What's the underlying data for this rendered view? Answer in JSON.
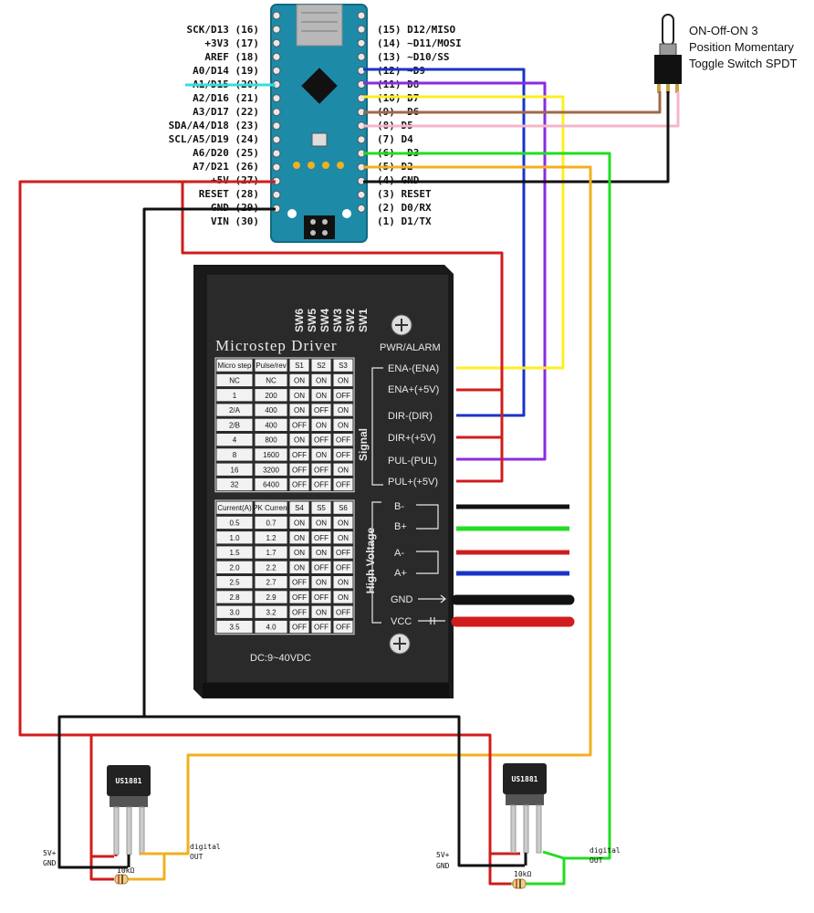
{
  "left_pins": [
    "SCK/D13 (16)",
    "+3V3 (17)",
    "AREF (18)",
    "A0/D14 (19)",
    "A1/D15 (20)",
    "A2/D16 (21)",
    "A3/D17 (22)",
    "SDA/A4/D18 (23)",
    "SCL/A5/D19 (24)",
    "A6/D20 (25)",
    "A7/D21 (26)",
    "+5V (27)",
    "RESET (28)",
    "GND (29)",
    "VIN (30)"
  ],
  "right_pins": [
    "(15) D12/MISO",
    "(14) ~D11/MOSI",
    "(13) ~D10/SS",
    "(12) ~D9",
    "(11) D8",
    "(10) D7",
    "(9) ~D6",
    "(8) D5",
    "(7) D4",
    "(6) ~D3",
    "(5) D2",
    "(4) GND",
    "(3) RESET",
    "(2) D0/RX",
    "(1) D1/TX"
  ],
  "switch_label": [
    "ON-Off-ON 3",
    "Position Momentary",
    "Toggle Switch SPDT"
  ],
  "driver": {
    "title": "Microstep Driver",
    "switches": [
      "SW6",
      "SW5",
      "SW4",
      "SW3",
      "SW2",
      "SW1"
    ],
    "pwr": "PWR/ALARM",
    "signal": "Signal",
    "high_voltage": "High Voltage",
    "dc": "DC:9~40VDC",
    "signal_terms": [
      "ENA-(ENA)",
      "ENA+(+5V)",
      "DIR-(DIR)",
      "DIR+(+5V)",
      "PUL-(PUL)",
      "PUL+(+5V)"
    ],
    "power_terms": [
      "B-",
      "B+",
      "A-",
      "A+",
      "GND",
      "VCC"
    ],
    "table1_head": [
      "Micro step",
      "Pulse/rev",
      "S1",
      "S2",
      "S3"
    ],
    "table1_rows": [
      [
        "NC",
        "NC",
        "ON",
        "ON",
        "ON"
      ],
      [
        "1",
        "200",
        "ON",
        "ON",
        "OFF"
      ],
      [
        "2/A",
        "400",
        "ON",
        "OFF",
        "ON"
      ],
      [
        "2/B",
        "400",
        "OFF",
        "ON",
        "ON"
      ],
      [
        "4",
        "800",
        "ON",
        "OFF",
        "OFF"
      ],
      [
        "8",
        "1600",
        "OFF",
        "ON",
        "OFF"
      ],
      [
        "16",
        "3200",
        "OFF",
        "OFF",
        "ON"
      ],
      [
        "32",
        "6400",
        "OFF",
        "OFF",
        "OFF"
      ]
    ],
    "table2_head": [
      "Current(A)",
      "PK Current",
      "S4",
      "S5",
      "S6"
    ],
    "table2_rows": [
      [
        "0.5",
        "0.7",
        "ON",
        "ON",
        "ON"
      ],
      [
        "1.0",
        "1.2",
        "ON",
        "OFF",
        "ON"
      ],
      [
        "1.5",
        "1.7",
        "ON",
        "ON",
        "OFF"
      ],
      [
        "2.0",
        "2.2",
        "ON",
        "OFF",
        "OFF"
      ],
      [
        "2.5",
        "2.7",
        "OFF",
        "ON",
        "ON"
      ],
      [
        "2.8",
        "2.9",
        "OFF",
        "OFF",
        "ON"
      ],
      [
        "3.0",
        "3.2",
        "OFF",
        "ON",
        "OFF"
      ],
      [
        "3.5",
        "4.0",
        "OFF",
        "OFF",
        "OFF"
      ]
    ]
  },
  "sensor_left": {
    "chip": "US1881",
    "vcc": "5V+",
    "gnd": "GND",
    "out1": "digital",
    "out2": "OUT",
    "res": "10kΩ"
  },
  "sensor_right": {
    "chip": "US1881",
    "vcc": "5V+",
    "gnd": "GND",
    "out1": "digital",
    "out2": "OUT",
    "res": "10kΩ"
  },
  "colors": {
    "red": "#d01c1c",
    "black": "#111111",
    "blue": "#1a34c8",
    "purple": "#8a2be2",
    "yellow": "#ffee22",
    "brown": "#a0694a",
    "pink": "#f4b6c8",
    "green": "#22dd22",
    "orange": "#f0b020",
    "cyan": "#33dde0",
    "board": "#1d8aa8",
    "driver": "#2a2a2a"
  }
}
